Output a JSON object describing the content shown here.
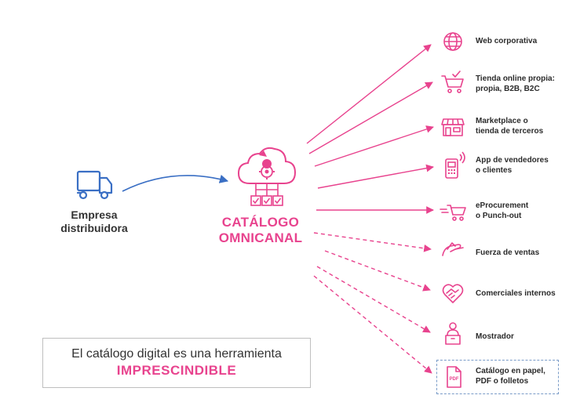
{
  "colors": {
    "accent": "#e8438e",
    "blue": "#3a6fc4",
    "text": "#2b2b2b"
  },
  "source": {
    "label_line1": "Empresa",
    "label_line2": "distribuidora",
    "icon": "truck-icon"
  },
  "center": {
    "label_line1": "CATÁLOGO",
    "label_line2": "OMNICANAL",
    "icon": "cloud-gear-icon"
  },
  "channels": [
    {
      "line1": "Web corporativa",
      "line2": "",
      "icon": "globe-icon",
      "style": "solid"
    },
    {
      "line1": "Tienda online propia:",
      "line2": "propia, B2B, B2C",
      "icon": "cart-icon",
      "style": "solid"
    },
    {
      "line1": "Marketplace o",
      "line2": "tienda de terceros",
      "icon": "storefront-icon",
      "style": "solid"
    },
    {
      "line1": "App de vendedores",
      "line2": "o clientes",
      "icon": "mobile-icon",
      "style": "solid"
    },
    {
      "line1": "eProcurement",
      "line2": "o Punch-out",
      "icon": "speed-cart-icon",
      "style": "solid"
    },
    {
      "line1": "Fuerza de ventas",
      "line2": "",
      "icon": "sales-hand-icon",
      "style": "dashed"
    },
    {
      "line1": "Comerciales internos",
      "line2": "",
      "icon": "handshake-icon",
      "style": "dashed"
    },
    {
      "line1": "Mostrador",
      "line2": "",
      "icon": "counter-clerk-icon",
      "style": "dashed"
    },
    {
      "line1": "Catálogo en papel,",
      "line2": "PDF o folletos",
      "icon": "pdf-file-icon",
      "style": "dashed"
    }
  ],
  "pdf_icon_text": "PDF",
  "tagline": {
    "line1": "El catálogo digital es una herramienta",
    "line2": "IMPRESCINDIBLE"
  }
}
